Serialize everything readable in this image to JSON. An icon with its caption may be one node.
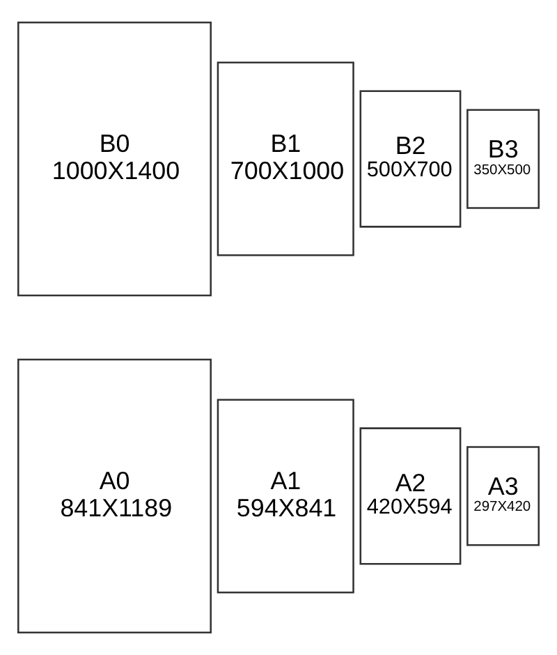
{
  "diagram": {
    "nodes": [
      {
        "text": [
          "B0",
          "1000X1400"
        ]
      },
      {
        "text": [
          "B1",
          "700X1000"
        ]
      },
      {
        "text": [
          "B2",
          "500X700"
        ]
      },
      {
        "text": [
          "B3",
          "350X500"
        ]
      },
      {
        "text": [
          "A0",
          "841X1189"
        ]
      },
      {
        "text": [
          "A1",
          "594X841"
        ]
      },
      {
        "text": [
          "A2",
          "420X594"
        ]
      },
      {
        "text": [
          "A3",
          "297X420"
        ]
      }
    ]
  }
}
